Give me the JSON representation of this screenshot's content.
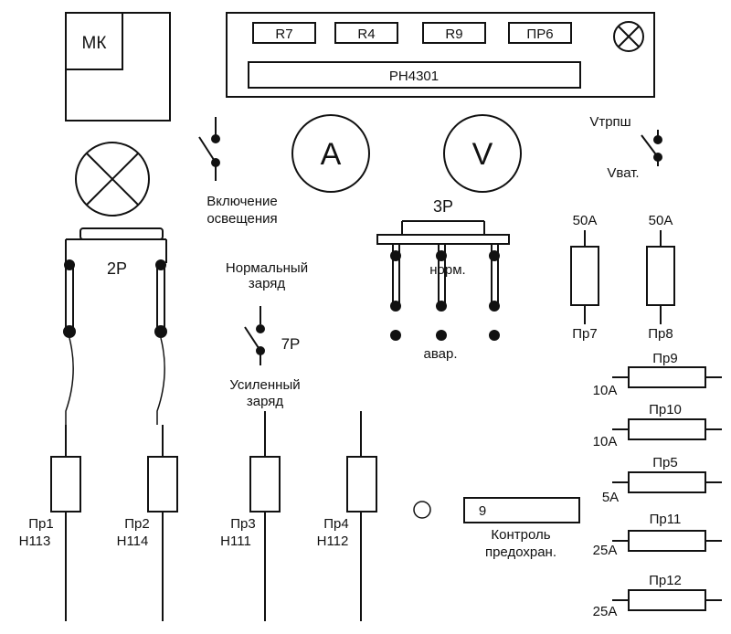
{
  "panel": {
    "mk": "МК",
    "relays": [
      "R7",
      "R4",
      "R9",
      "ПР6"
    ],
    "voltage_relay": "РН4301"
  },
  "meters": {
    "ammeter": "A",
    "voltmeter": "V"
  },
  "switches": {
    "lighting_label_1": "Включение",
    "lighting_label_2": "освещения",
    "vtrpsh": "Vтрпш",
    "vvat": "Vват."
  },
  "relay_2p": "2Р",
  "relay_3p": {
    "name": "3Р",
    "norm": "норм.",
    "avar": "авар."
  },
  "charge": {
    "normal_1": "Нормальный",
    "normal_2": "заряд",
    "relay_7p": "7Р",
    "boost_1": "Усиленный",
    "boost_2": "заряд"
  },
  "fuses_top": [
    {
      "rating": "50А",
      "name": "Пр7"
    },
    {
      "rating": "50А",
      "name": "Пр8"
    }
  ],
  "fuses_right": [
    {
      "name": "Пр9",
      "rating": "10А"
    },
    {
      "name": "Пр10",
      "rating": "10А"
    },
    {
      "name": "Пр5",
      "rating": "5А"
    },
    {
      "name": "Пр11",
      "rating": "25А"
    },
    {
      "name": "Пр12",
      "rating": "25А"
    }
  ],
  "fuses_bottom": [
    {
      "name": "Пр1",
      "code": "Н113"
    },
    {
      "name": "Пр2",
      "code": "Н114"
    },
    {
      "name": "Пр3",
      "code": "Н111"
    },
    {
      "name": "Пр4",
      "code": "Н112"
    }
  ],
  "fuse_control": {
    "value": "9",
    "label_1": "Контроль",
    "label_2": "предохран."
  }
}
